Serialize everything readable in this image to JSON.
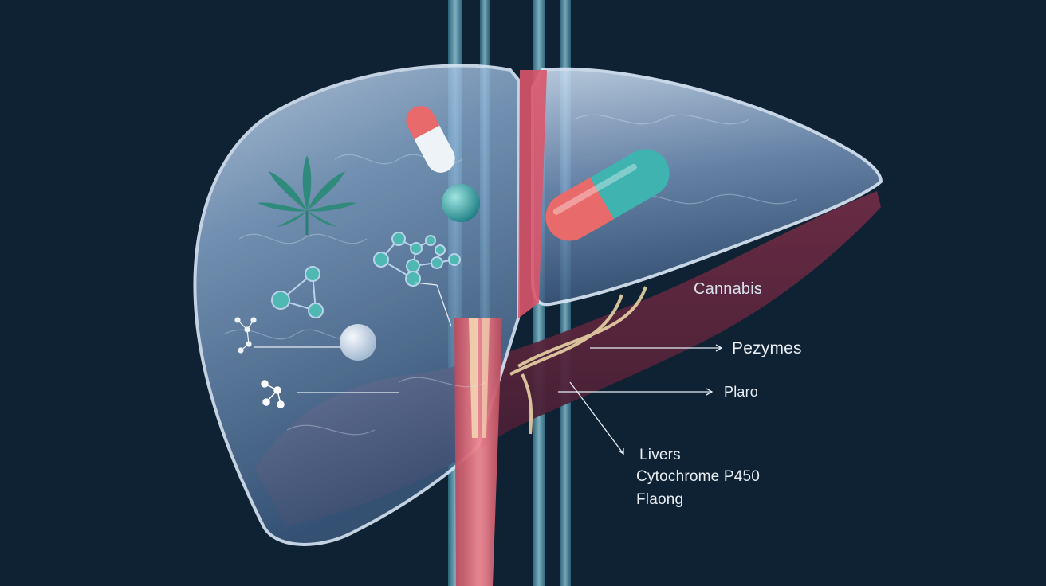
{
  "labels": {
    "cannabis": "Cannabis",
    "pezymes": "Pezymes",
    "plaro": "Plaro",
    "livers": "Livers",
    "cytochrome": "Cytochrome P450",
    "flaong": "Flaong"
  },
  "colors": {
    "background": "#0e2233",
    "liver_glass": "#a9c3e3",
    "vessel_red": "#e06a78",
    "vessel_teal": "#5f9bb0",
    "capsule_red": "#e86a6a",
    "capsule_teal": "#3fb3b0",
    "leaf": "#2f8a7c",
    "molecule": "#4fb8b3",
    "bile_duct": "#e8d3a6"
  },
  "icons": [
    "cannabis-leaf-icon",
    "capsule-pill-icon",
    "molecule-icon"
  ]
}
